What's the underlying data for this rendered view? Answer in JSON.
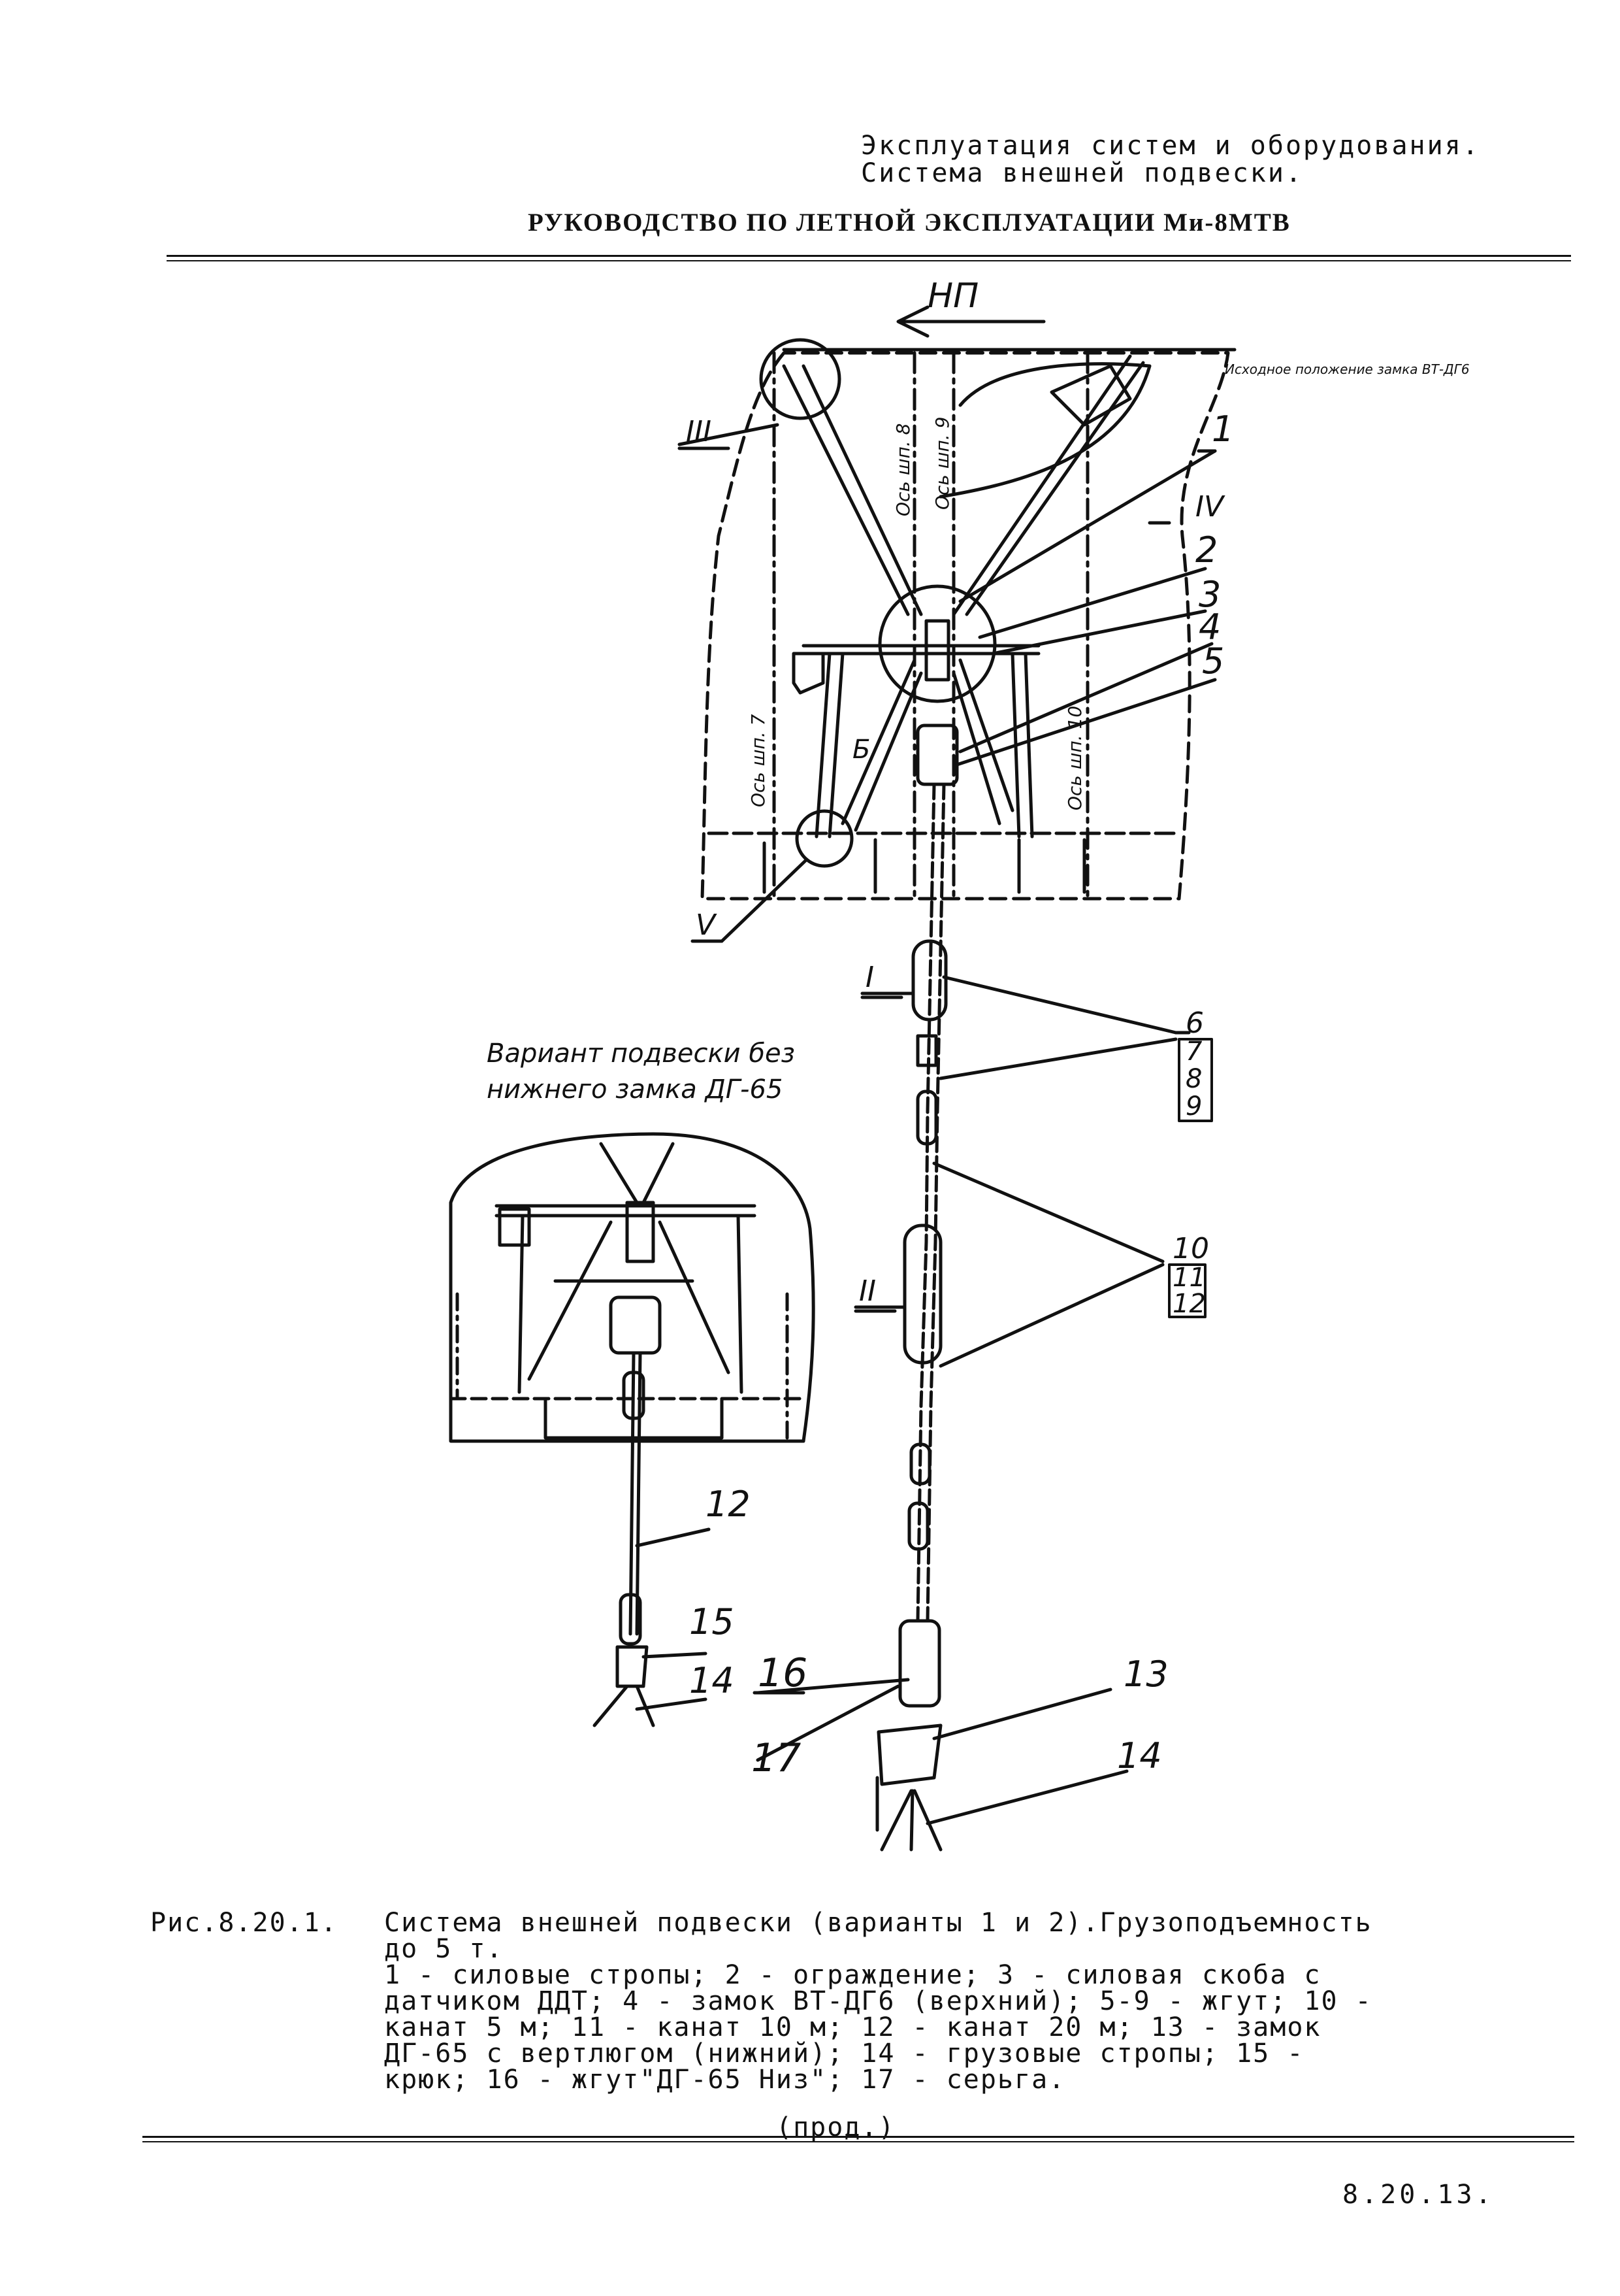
{
  "header": {
    "line1": "Эксплуатация систем и оборудования.",
    "line2": "Система внешней подвески.",
    "title": "РУКОВОДСТВО ПО ЛЕТНОЙ ЭКСПЛУАТАЦИИ Ми-8МТВ"
  },
  "figure": {
    "direction_label": "НП",
    "top_right_note": "Исходное положение замка ВТ-ДГ6",
    "variant_note_line1": "Вариант подвески без",
    "variant_note_line2": "нижнего замка ДГ-65",
    "detail_views": [
      "III",
      "IV",
      "V",
      "I",
      "II",
      "Б"
    ],
    "frame_labels": [
      "Ось шп. 7",
      "Ось шп. 10",
      "Ось шп. 8",
      "Ось шп. 9"
    ],
    "callouts": [
      "1",
      "2",
      "3",
      "4",
      "5",
      "6",
      "7",
      "8",
      "9",
      "10",
      "11",
      "12",
      "12",
      "13",
      "14",
      "14",
      "15",
      "16",
      "17"
    ]
  },
  "caption": {
    "prefix": "Рис.8.20.1.",
    "lines": [
      "Система внешней подвески (варианты 1 и 2).Грузоподъемность",
      "до 5 т.",
      "1 -  силовые стропы;  2 - ограждение;  3 - силовая скоба с",
      "датчиком ДДТ; 4 - замок ВТ-ДГ6 (верхний); 5-9 - жгут; 10 -",
      "канат 5 м;  11 - канат 10 м;  12 - канат 20 м;  13 - замок",
      "ДГ-65 с вертлюгом (нижний);  14 - грузовые  стропы;  15  -",
      "крюк; 16 - жгут\"ДГ-65 Низ\"; 17 - серьга."
    ],
    "cont": "(прод.)"
  },
  "page_number": "8.20.13."
}
